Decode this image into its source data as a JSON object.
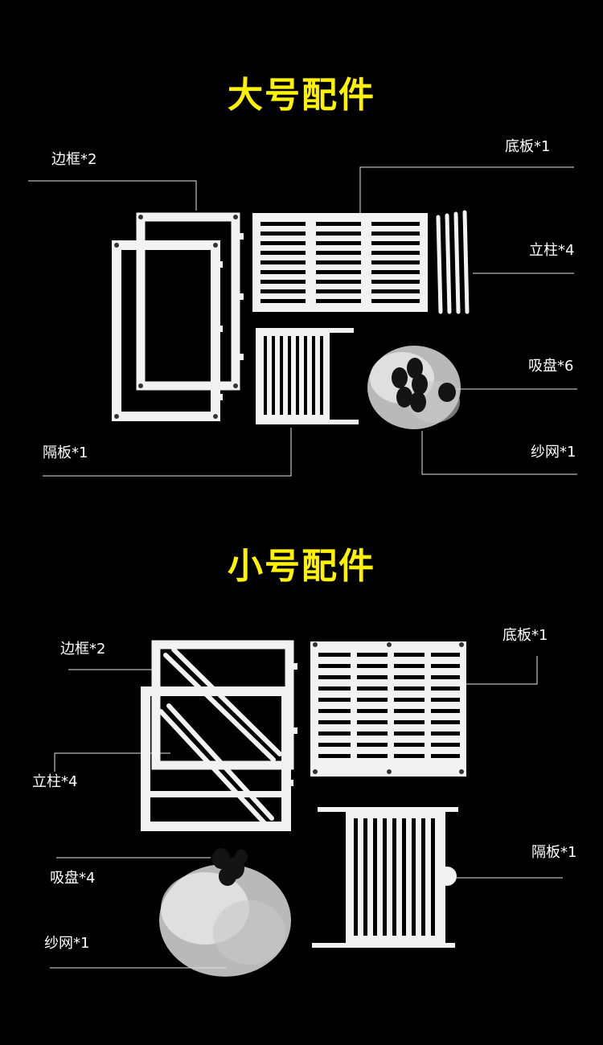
{
  "large": {
    "title": "大号配件",
    "labels": {
      "frame": "边框*2",
      "base": "底板*1",
      "post": "立柱*4",
      "sucker": "吸盘*6",
      "divider": "隔板*1",
      "net": "纱网*1"
    }
  },
  "small": {
    "title": "小号配件",
    "labels": {
      "frame": "边框*2",
      "base": "底板*1",
      "post": "立柱*4",
      "sucker": "吸盘*4",
      "divider": "隔板*1",
      "net": "纱网*1"
    }
  },
  "colors": {
    "background": "#000000",
    "title": "#fff200",
    "label": "#ffffff",
    "part": "#f2f2f2",
    "line": "#e6e6e6",
    "sucker": "#141414"
  }
}
